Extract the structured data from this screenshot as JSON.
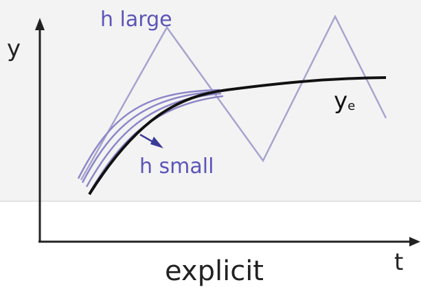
{
  "labels": {
    "y_axis": "y",
    "t_axis": "t",
    "h_large": "h large",
    "h_small": "h small",
    "exact_main": "y",
    "exact_sub": "e",
    "caption": "explicit"
  },
  "colors": {
    "axis": "#222222",
    "exact_curve": "#111111",
    "approx_curves": "#8b86c8",
    "zigzag": "#a6a3cf",
    "label_purple": "#5b55b8",
    "arrow": "#3b3a9a",
    "background_band": "#f3f3f3",
    "text": "#222222"
  }
}
